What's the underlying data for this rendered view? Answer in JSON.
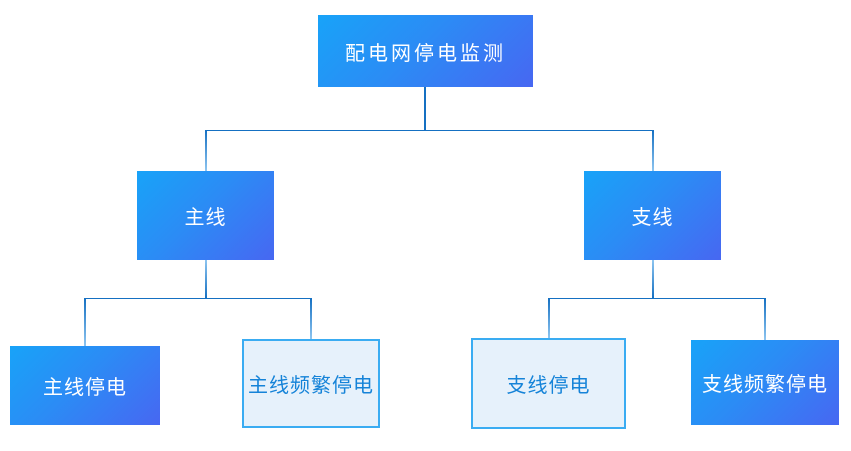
{
  "diagram": {
    "title": "配电网停电监测",
    "type": "tree",
    "hierarchy": {
      "root": "root",
      "edges": [
        {
          "from": "root",
          "to": "main_line"
        },
        {
          "from": "root",
          "to": "branch_line"
        },
        {
          "from": "main_line",
          "to": "main_line_outage"
        },
        {
          "from": "main_line",
          "to": "main_line_frequent_outage"
        },
        {
          "from": "branch_line",
          "to": "branch_line_outage"
        },
        {
          "from": "branch_line",
          "to": "branch_line_frequent_outage"
        }
      ]
    }
  },
  "nodes": {
    "root": {
      "label": "配电网停电监测",
      "style": "filled"
    },
    "main_line": {
      "label": "主线",
      "style": "filled"
    },
    "branch_line": {
      "label": "支线",
      "style": "filled"
    },
    "main_line_outage": {
      "label": "主线停电",
      "style": "filled"
    },
    "main_line_frequent_outage": {
      "label": "主线频繁停电",
      "style": "outlined"
    },
    "branch_line_outage": {
      "label": "支线停电",
      "style": "outlined"
    },
    "branch_line_frequent_outage": {
      "label": "支线频繁停电",
      "style": "filled"
    }
  },
  "colors": {
    "node_gradient_start": "#18a3f8",
    "node_gradient_end": "#4767f2",
    "node_text": "#ffffff",
    "outlined_bg": "#e6f1fb",
    "outlined_border": "#3aacf2",
    "outlined_text": "#1583d8",
    "connector": "#1570c2",
    "connector_light": "#8ec5f0",
    "canvas_bg": "#ffffff"
  }
}
